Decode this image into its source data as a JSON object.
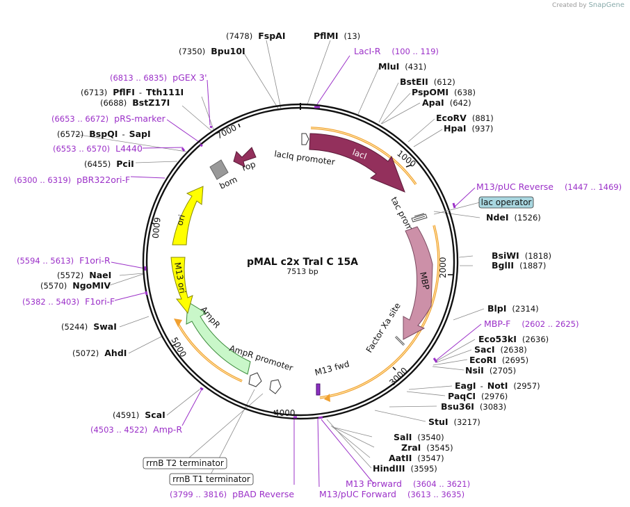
{
  "brand": {
    "prefix": "Created by",
    "name": "SnapGene"
  },
  "plasmid": {
    "name": "pMAL c2x Tral C 15A",
    "size_label": "7513 bp"
  },
  "colors": {
    "backbone": "#000000",
    "primer": "#9b30c8",
    "lacI": "#93305c",
    "MBP": "#cc90a8",
    "ori": "#ffff00",
    "AmpR": "#c9f7c9",
    "rop": "#93305c",
    "bom": "#999999",
    "orf": "#f0a030",
    "label_box": "#a9d7e0"
  },
  "ticks": [
    "1000",
    "2000",
    "3000",
    "4000",
    "5000",
    "6000",
    "7000"
  ],
  "features": {
    "lacI": "lacI",
    "lacIq_promoter": "lacIq promoter",
    "tac_promoter": "tac promoter",
    "MBP": "MBP",
    "factor_xa": "Factor Xa site",
    "m13_fwd": "M13 fwd",
    "AmpR": "AmpR",
    "AmpR_promoter": "AmpR promoter",
    "ori": "ori",
    "m13_ori": "M13 ori",
    "bom": "bom",
    "rop": "rop",
    "lac_operator": "lac operator",
    "rrnB_T2": "rrnB T2 terminator",
    "rrnB_T1": "rrnB T1 terminator"
  },
  "labels": {
    "FspAI": {
      "pos": "(7478)",
      "name": "FspAI"
    },
    "PflMI": {
      "pos": "(13)",
      "name": "PflMI"
    },
    "LacIR": {
      "range": "(100 .. 119)",
      "name": "LacI-R"
    },
    "Bpu10I": {
      "pos": "(7350)",
      "name": "Bpu10I"
    },
    "MluI": {
      "pos": "(431)",
      "name": "MluI"
    },
    "BstEII": {
      "pos": "(612)",
      "name": "BstEII"
    },
    "PspOMI": {
      "pos": "(638)",
      "name": "PspOMI"
    },
    "ApaI": {
      "pos": "(642)",
      "name": "ApaI"
    },
    "EcoRV": {
      "pos": "(881)",
      "name": "EcoRV"
    },
    "HpaI": {
      "pos": "(937)",
      "name": "HpaI"
    },
    "pGEX3": {
      "range": "(6813 .. 6835)",
      "name": "pGEX 3'"
    },
    "PflFI": {
      "pos": "(6713)",
      "name": "PflFI",
      "sep": "-",
      "name2": "Tth111I"
    },
    "BstZ17I": {
      "pos": "(6688)",
      "name": "BstZ17I"
    },
    "pRSmarker": {
      "range": "(6653 .. 6672)",
      "name": "pRS-marker"
    },
    "BspQI": {
      "pos": "(6572)",
      "name": "BspQI",
      "sep": "-",
      "name2": "SapI"
    },
    "L4440": {
      "range": "(6553 .. 6570)",
      "name": "L4440"
    },
    "PciI": {
      "pos": "(6455)",
      "name": "PciI"
    },
    "pBR322ori": {
      "range": "(6300 .. 6319)",
      "name": "pBR322ori-F"
    },
    "M13pUCRev": {
      "name": "M13/pUC Reverse",
      "range": "(1447 .. 1469)"
    },
    "NdeI": {
      "name": "NdeI",
      "pos": "(1526)"
    },
    "BsiWI": {
      "name": "BsiWI",
      "pos": "(1818)"
    },
    "BglII": {
      "name": "BglII",
      "pos": "(1887)"
    },
    "F1oriR": {
      "range": "(5594 .. 5613)",
      "name": "F1ori-R"
    },
    "NaeI": {
      "pos": "(5572)",
      "name": "NaeI"
    },
    "NgoMIV": {
      "pos": "(5570)",
      "name": "NgoMIV"
    },
    "F1oriF": {
      "range": "(5382 .. 5403)",
      "name": "F1ori-F"
    },
    "SwaI": {
      "pos": "(5244)",
      "name": "SwaI"
    },
    "AhdI": {
      "pos": "(5072)",
      "name": "AhdI"
    },
    "BlpI": {
      "name": "BlpI",
      "pos": "(2314)"
    },
    "MBPF": {
      "name": "MBP-F",
      "range": "(2602 .. 2625)"
    },
    "Eco53kI": {
      "name": "Eco53kI",
      "pos": "(2636)"
    },
    "SacI": {
      "name": "SacI",
      "pos": "(2638)"
    },
    "EcoRI": {
      "name": "EcoRI",
      "pos": "(2695)"
    },
    "NsiI": {
      "name": "NsiI",
      "pos": "(2705)"
    },
    "EagI": {
      "name": "EagI",
      "sep": "-",
      "name2": "NotI",
      "pos": "(2957)"
    },
    "PaqCI": {
      "name": "PaqCI",
      "pos": "(2976)"
    },
    "Bsu36I": {
      "name": "Bsu36I",
      "pos": "(3083)"
    },
    "StuI": {
      "name": "StuI",
      "pos": "(3217)"
    },
    "SalI": {
      "name": "SalI",
      "pos": "(3540)"
    },
    "ZraI": {
      "name": "ZraI",
      "pos": "(3545)"
    },
    "AatII": {
      "name": "AatII",
      "pos": "(3547)"
    },
    "HindIII": {
      "name": "HindIII",
      "pos": "(3595)"
    },
    "M13Forward": {
      "name": "M13 Forward",
      "range": "(3604 .. 3621)"
    },
    "M13pUCFwd": {
      "name": "M13/pUC Forward",
      "range": "(3613 .. 3635)"
    },
    "ScaI": {
      "pos": "(4591)",
      "name": "ScaI"
    },
    "AmpR_primer": {
      "range": "(4503 .. 4522)",
      "name": "Amp-R"
    },
    "pBADRev": {
      "range": "(3799 .. 3816)",
      "name": "pBAD Reverse"
    }
  }
}
